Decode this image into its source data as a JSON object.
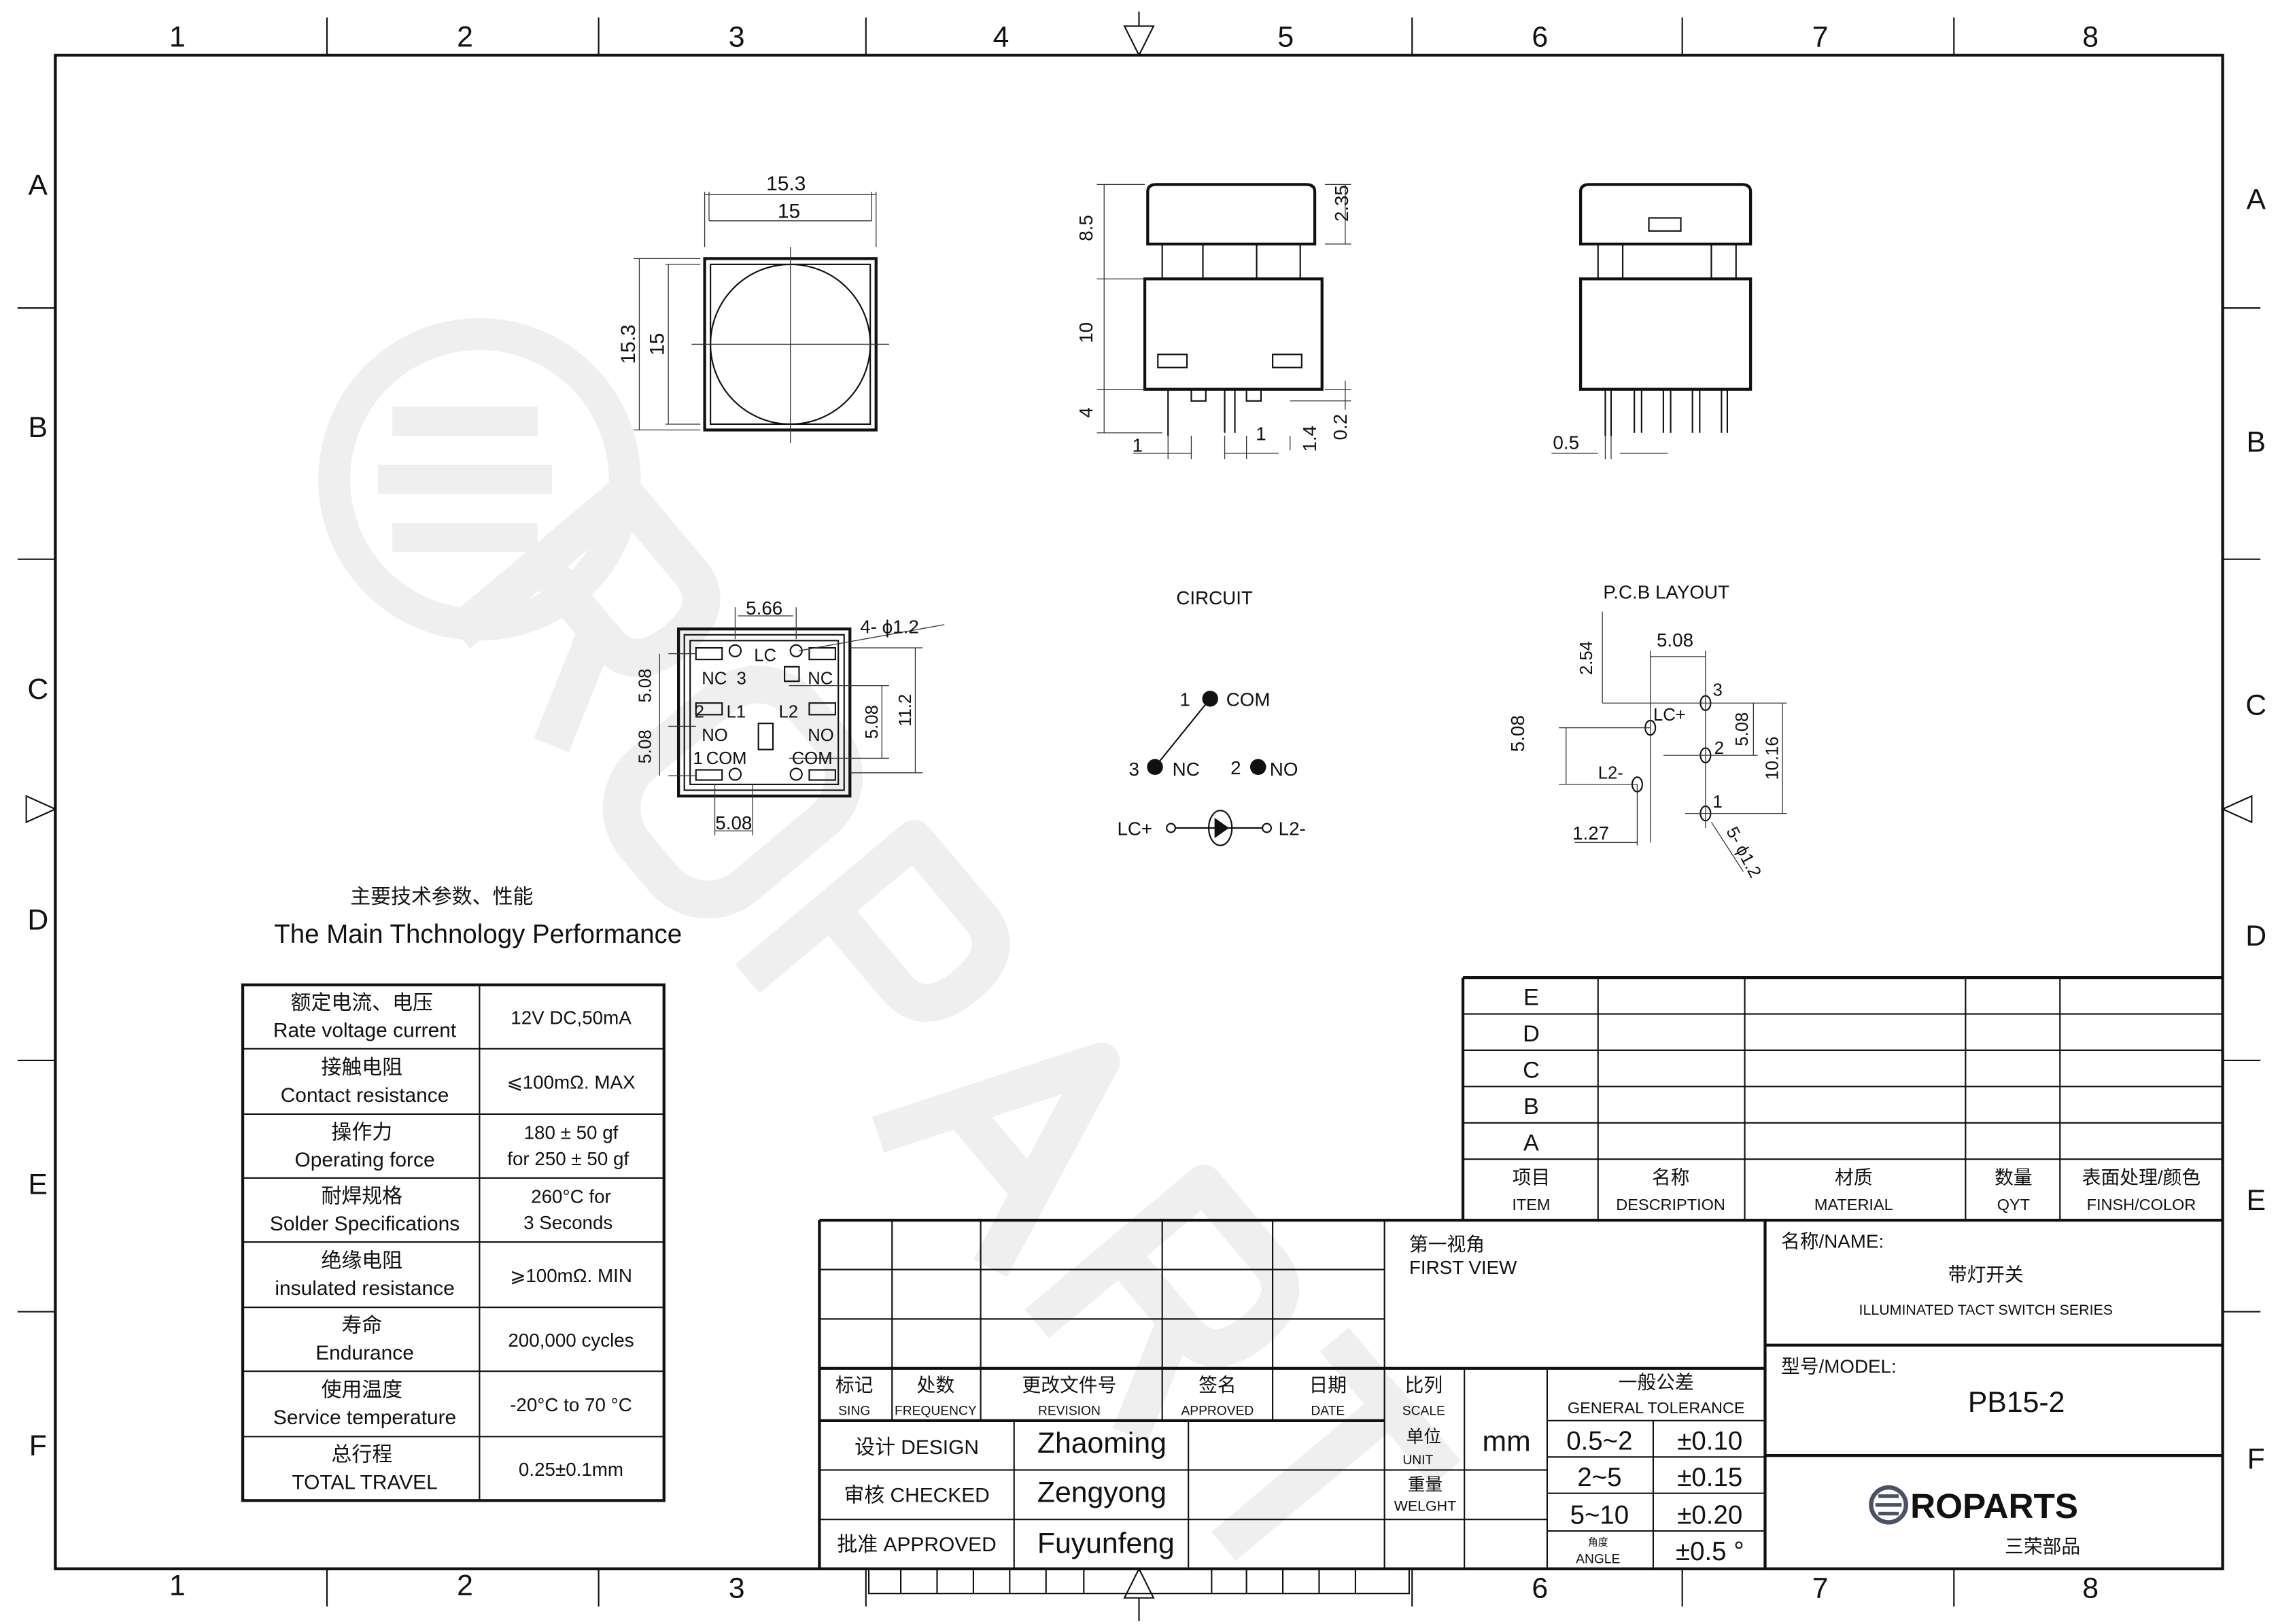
{
  "border": {
    "columns": [
      "1",
      "2",
      "3",
      "4",
      "5",
      "6",
      "7",
      "8"
    ],
    "rows": [
      "A",
      "B",
      "C",
      "D",
      "E",
      "F"
    ]
  },
  "top_view": {
    "dim_w_outer": "15.3",
    "dim_w_inner": "15",
    "dim_h_outer": "15.3",
    "dim_h_inner": "15"
  },
  "front_view": {
    "dim_cap": "8.5",
    "dim_cap_top": "2.35",
    "dim_body": "10",
    "dim_pin": "4",
    "dim_pin_w1": "1",
    "dim_pin_w2": "1",
    "dim_pin_len": "1.4",
    "dim_gap": "0.2"
  },
  "side_view": {
    "dim_pin": "0.5"
  },
  "bottom_view": {
    "dim_top": "5.66",
    "holes": "4- ϕ1.2",
    "dim_left1": "5.08",
    "dim_left2": "5.08",
    "dim_right1": "5.08",
    "dim_right2": "11.2",
    "dim_bottom": "5.08",
    "labels": {
      "lc": "LC",
      "nc_left": "NC",
      "nc_right": "NC",
      "l1": "L1",
      "l2": "L2",
      "no_left": "NO",
      "no_right": "NO",
      "com_left": "COM",
      "com_right": "COM",
      "pin3": "3",
      "pin2": "2",
      "pin1": "1"
    }
  },
  "circuit": {
    "title": "CIRCUIT",
    "pin1": "1",
    "com": "COM",
    "pin3": "3",
    "nc": "NC",
    "pin2": "2",
    "no": "NO",
    "lc_plus": "LC+",
    "l2_minus": "L2-"
  },
  "pcb": {
    "title": "P.C.B LAYOUT",
    "dim_254": "2.54",
    "dim_508_top": "5.08",
    "dim_508_left": "5.08",
    "dim_508_right": "5.08",
    "dim_1016": "10.16",
    "dim_127": "1.27",
    "holes": "5- ϕ1.2",
    "pin3": "3",
    "pin2": "2",
    "pin1": "1",
    "lc_plus": "LC+",
    "l2_minus": "L2-"
  },
  "specs": {
    "title_cn": "主要技术参数、性能",
    "title_en": "The Main Thchnology Performance",
    "rows": [
      {
        "cn": "额定电流、电压",
        "en": "Rate voltage current",
        "value": "12V DC,50mA",
        "value2": ""
      },
      {
        "cn": "接触电阻",
        "en": "Contact resistance",
        "value": "⩽100mΩ. MAX",
        "value2": ""
      },
      {
        "cn": "操作力",
        "en": "Operating  force",
        "value": "180 ± 50 gf",
        "value2": "for 250 ± 50 gf"
      },
      {
        "cn": "耐焊规格",
        "en": "Solder Specifications",
        "value": "260°C for",
        "value2": "3 Seconds"
      },
      {
        "cn": "绝缘电阻",
        "en": "insulated resistance",
        "value": "⩾100mΩ. MIN",
        "value2": ""
      },
      {
        "cn": "寿命",
        "en": "Endurance",
        "value": "200,000 cycles",
        "value2": ""
      },
      {
        "cn": "使用温度",
        "en": "Service temperature",
        "value": "-20°C to 70 °C",
        "value2": ""
      },
      {
        "cn": "总行程",
        "en": "TOTAL TRAVEL",
        "value": "0.25±0.1mm",
        "value2": ""
      }
    ]
  },
  "bom": {
    "revs": [
      "E",
      "D",
      "C",
      "B",
      "A"
    ],
    "headers": [
      {
        "cn": "项目",
        "en": "ITEM"
      },
      {
        "cn": "名称",
        "en": "DESCRIPTION"
      },
      {
        "cn": "材质",
        "en": "MATERIAL"
      },
      {
        "cn": "数量",
        "en": "QYT"
      },
      {
        "cn": "表面处理/颜色",
        "en": "FINSH/COLOR"
      }
    ]
  },
  "title_block": {
    "rev_headers": [
      {
        "cn": "标记",
        "en": "SING"
      },
      {
        "cn": "处数",
        "en": "FREQUENCY"
      },
      {
        "cn": "更改文件号",
        "en": "REVISION"
      },
      {
        "cn": "签名",
        "en": "APPROVED"
      },
      {
        "cn": "日期",
        "en": "DATE"
      },
      {
        "cn": "比列",
        "en": "SCALE"
      }
    ],
    "first_view_cn": "第一视角",
    "first_view_en": "FIRST VIEW",
    "design_label": "设计 DESIGN",
    "design": "Zhaoming",
    "checked_label": "审核 CHECKED",
    "checked": "Zengyong",
    "approved_label": "批准 APPROVED",
    "approved": "Fuyunfeng",
    "unit_cn": "单位",
    "unit_en": "UNIT",
    "unit": "mm",
    "weight_cn": "重量",
    "weight_en": "WELGHT",
    "tolerance_cn": "一般公差",
    "tolerance_en": "GENERAL TOLERANCE",
    "tolerances": [
      {
        "range": "0.5~2",
        "tol": "±0.10"
      },
      {
        "range": "2~5",
        "tol": "±0.15"
      },
      {
        "range": "5~10",
        "tol": "±0.20"
      }
    ],
    "angle_cn": "角度",
    "angle_en": "ANGLE",
    "angle_tol": "±0.5 °",
    "name_label": "名称/NAME:",
    "name_cn": "带灯开关",
    "name_en": "ILLUMINATED TACT SWITCH SERIES",
    "model_label": "型号/MODEL:",
    "model": "PB15-2",
    "logo_text": "ROPARTS",
    "logo_cn": "三荣部品"
  },
  "watermark": "ROPARTS"
}
